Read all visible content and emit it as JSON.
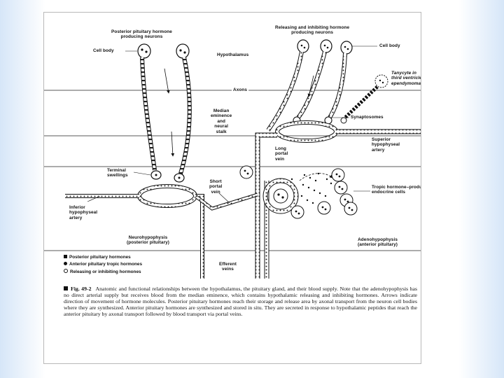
{
  "labels": {
    "posterior_neurons": "Posterior pituitary hormone\nproducing neurons",
    "cell_body_left": "Cell body",
    "hypothalamus": "Hypothalamus",
    "releasing_neurons": "Releasing and inhibiting hormone\nproducing neurons",
    "cell_body_right": "Cell body",
    "tanycyte": "Tanycyte in\nthird ventricle\nependymoma",
    "axons": "Axons",
    "median_eminence": "Median\neminence\nand\nneural\nstalk",
    "synaptosomes": "Synaptosomes",
    "superior_artery": "Superior\nhypophyseal\nartery",
    "long_portal": "Long\nportal\nvein",
    "terminal_swellings": "Terminal\nswellings",
    "short_portal": "Short\nportal\nvein",
    "tropic_cells": "Tropic hormone–producing\nendocrine cells",
    "inferior_artery": "Inferior\nhypophyseal\nartery",
    "neurohypophysis": "Neurohypophysis\n(posterior pituitary)",
    "adenohypophysis": "Adenohypophysis\n(anterior pituitary)",
    "efferent_veins": "Efferent\nveins"
  },
  "legend": [
    {
      "label": "Posterior pituitary hormones"
    },
    {
      "label": "Anterior pituitary tropic hormones"
    },
    {
      "label": "Releasing or inhibiting hormones"
    }
  ],
  "caption": {
    "number": "Fig. 49-2",
    "text": "Anatomic and functional relationships between the hypothalamus, the pituitary gland, and their blood supply. Note that the adenohypophysis has no direct arterial supply but receives blood from the median eminence, which contains hypothalamic releasing and inhibiting hormones. Arrows indicate direction of movement of hormone molecules. Posterior pituitary hormones reach their storage and release area by axonal transport from the neuron cell bodies where they are synthesized. Anterior pituitary hormones are synthesized and stored in situ. They are secreted in response to hypothalamic peptides that reach the anterior pituitary by axonal transport followed by blood transport via portal veins."
  }
}
